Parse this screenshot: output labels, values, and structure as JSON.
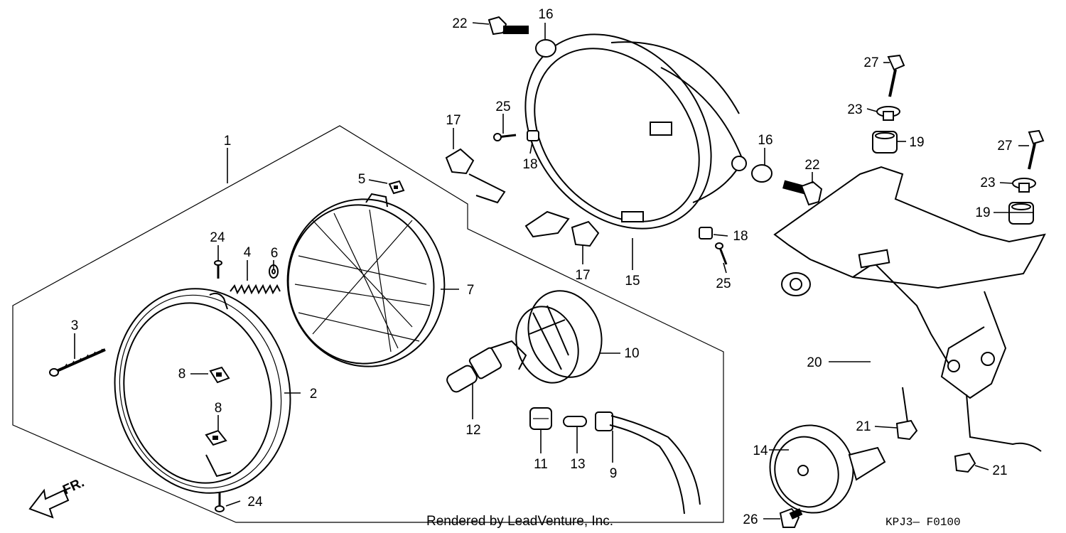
{
  "diagram": {
    "labels": [
      "1",
      "2",
      "3",
      "4",
      "5",
      "6",
      "7",
      "8",
      "8",
      "9",
      "10",
      "11",
      "12",
      "13",
      "14",
      "15",
      "16",
      "16",
      "17",
      "17",
      "18",
      "18",
      "19",
      "19",
      "20",
      "21",
      "21",
      "22",
      "22",
      "23",
      "23",
      "24",
      "24",
      "25",
      "25",
      "26",
      "27",
      "27"
    ],
    "direction_label": "FR.",
    "diagram_code": "KPJ3— F0100",
    "watermark": "Rendered by LeadVenture, Inc."
  },
  "colors": {
    "ink": "#000000",
    "paper": "#ffffff"
  }
}
